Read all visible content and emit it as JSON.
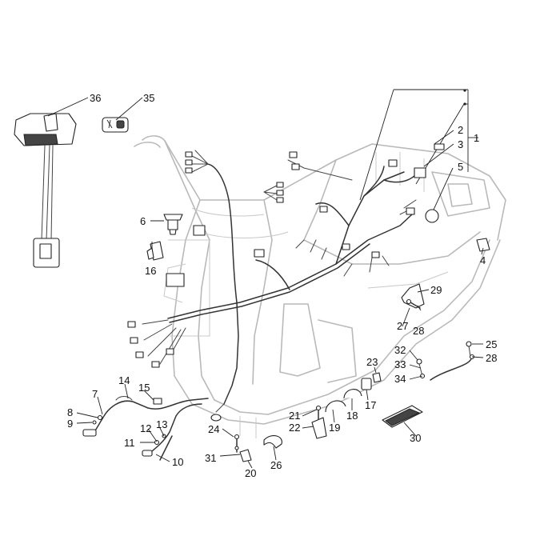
{
  "diagram": {
    "labels": [
      "1",
      "2",
      "3",
      "4",
      "5",
      "6",
      "7",
      "8",
      "9",
      "10",
      "11",
      "12",
      "13",
      "14",
      "15",
      "16",
      "17",
      "18",
      "19",
      "20",
      "21",
      "22",
      "23",
      "24",
      "25",
      "26",
      "27",
      "28",
      "29",
      "30",
      "31",
      "32",
      "33",
      "34",
      "35",
      "36"
    ],
    "labels_extra": [
      "28"
    ],
    "colors": {
      "line": "#222222",
      "frame": "#b9b9b9",
      "background": "#ffffff"
    }
  }
}
